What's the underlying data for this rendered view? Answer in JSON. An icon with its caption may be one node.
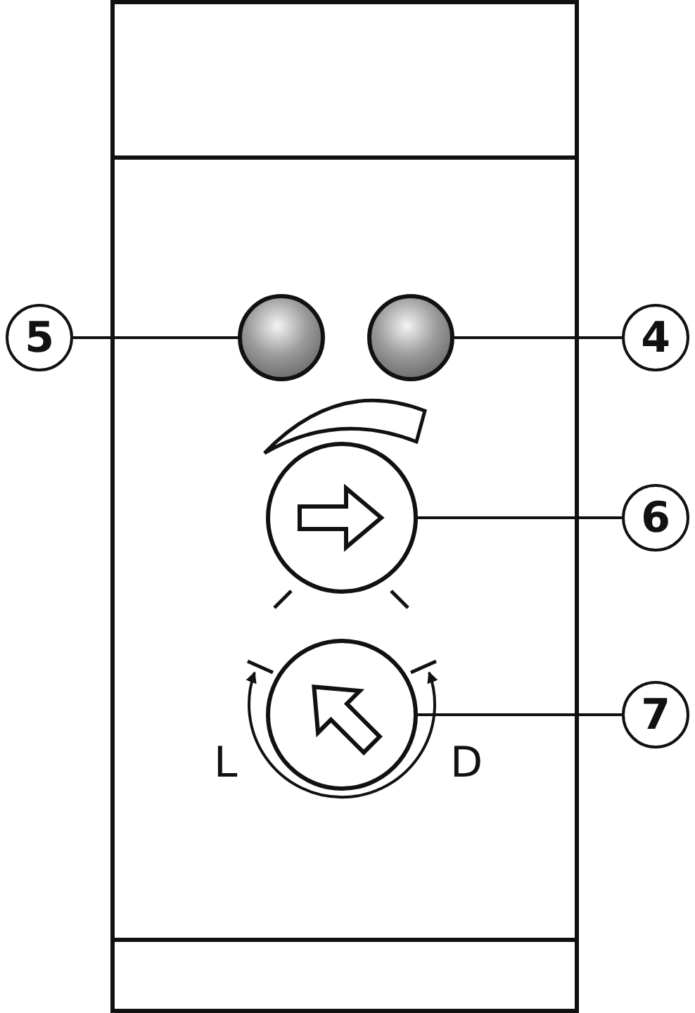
{
  "diagram": {
    "nodes": [
      {
        "text": [
          "5"
        ]
      },
      {
        "text": [],
        "shape": "circle"
      },
      {
        "text": [],
        "shape": "circle"
      },
      {
        "text": [
          "4"
        ]
      },
      {
        "text": [],
        "shape": "circle"
      },
      {
        "text": [
          "6"
        ]
      },
      {
        "text": [],
        "shape": "circle"
      },
      {
        "text": [
          "7"
        ]
      }
    ],
    "edges": [
      {
        "from": 0,
        "to": 1,
        "arrow": "none"
      },
      {
        "from": 3,
        "to": 2,
        "arrow": "none"
      },
      {
        "from": 5,
        "to": 4,
        "arrow": "none"
      },
      {
        "from": 7,
        "to": 6,
        "arrow": "none"
      }
    ],
    "labels": [
      "L",
      "D"
    ]
  }
}
